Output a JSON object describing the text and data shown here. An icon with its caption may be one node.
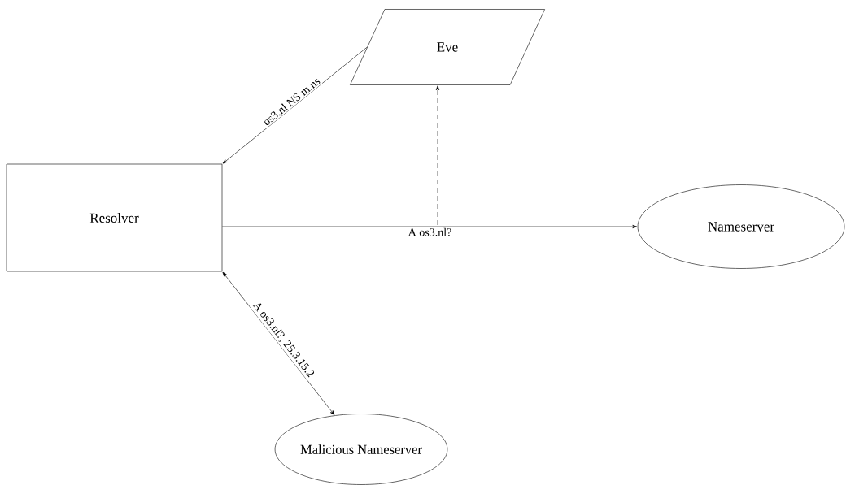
{
  "diagram": {
    "nodes": [
      {
        "text": [
          "Eve"
        ]
      },
      {
        "text": [
          "Resolver"
        ]
      },
      {
        "text": [
          "Nameserver"
        ]
      },
      {
        "text": [
          "Malicious Nameserver"
        ]
      }
    ],
    "edges": [
      {
        "from": 0,
        "to": 1,
        "arrow": "to",
        "label": "os3.nl NS m.ns"
      },
      {
        "from": 1,
        "to": 2,
        "arrow": "to",
        "label": "A os3.nl?"
      },
      {
        "from": null,
        "to": 0,
        "arrow": "to",
        "style": "dashed"
      },
      {
        "from": 1,
        "to": 3,
        "arrow": "both",
        "label": "A os3.nl?, 25.3.15.2"
      }
    ]
  }
}
